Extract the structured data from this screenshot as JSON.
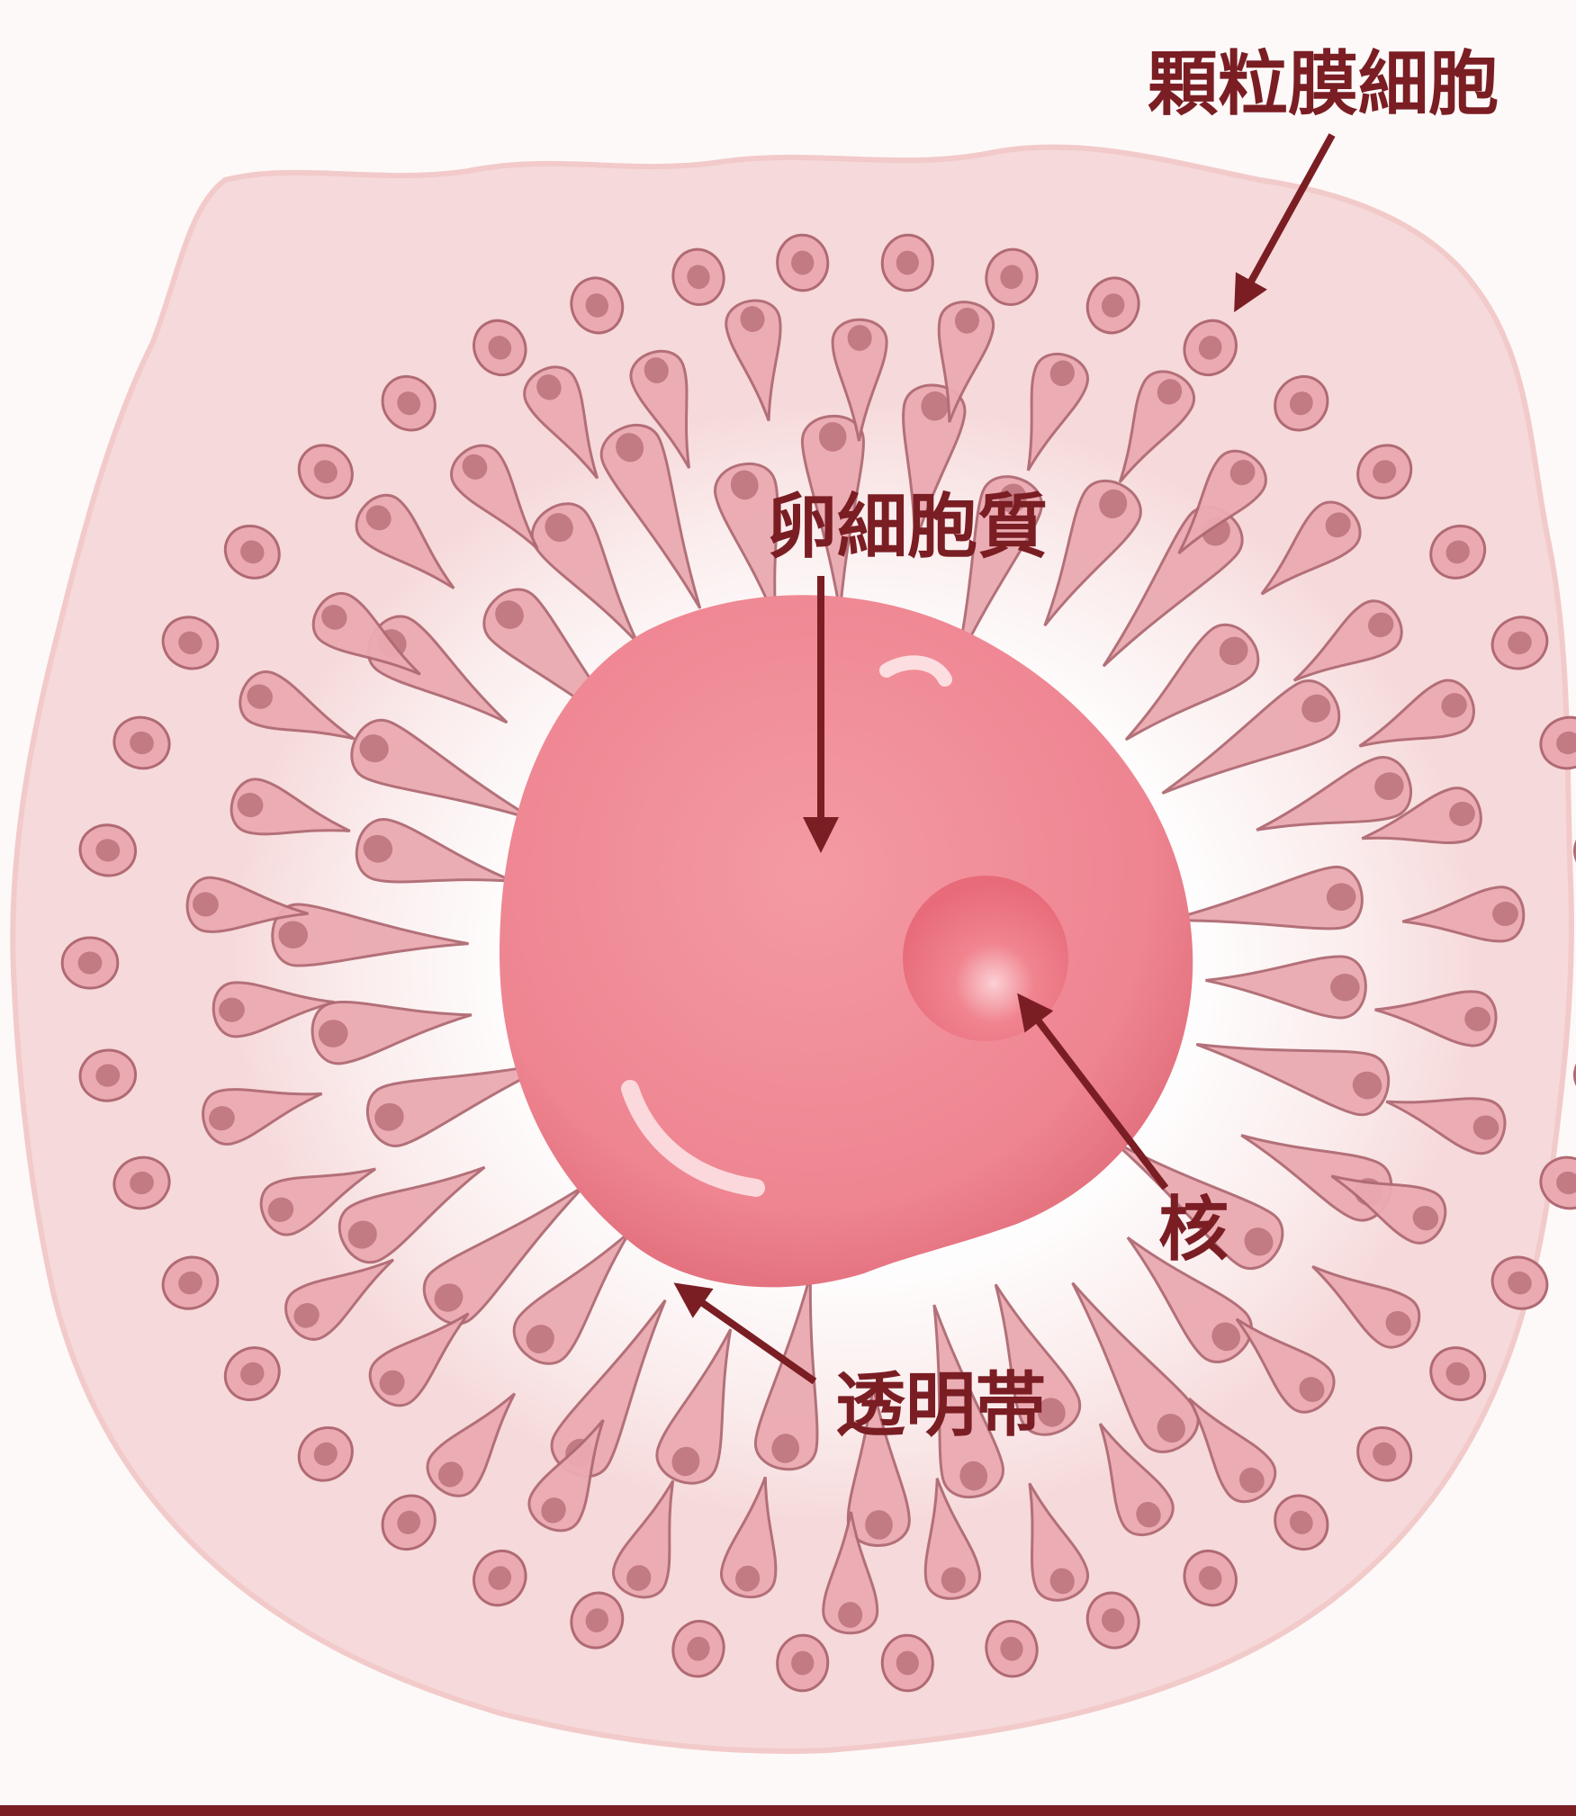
{
  "labels": {
    "granulosa": "顆粒膜細胞",
    "cytoplasm": "卵細胞質",
    "nucleus": "核",
    "zona": "透明帯"
  },
  "colors": {
    "background": "#fdf9f8",
    "tissue": "#f6d9da",
    "tissue_edge": "#f2caca",
    "cell_body": "#ebaab1",
    "cell_outline": "#b06a73",
    "cell_nucleus": "#c27a83",
    "egg": "#ef8590",
    "egg_shadow": "#e16c79",
    "egg_nucleus": "#e97080",
    "label": "#7a1e24",
    "arrow": "#7a1e24"
  }
}
